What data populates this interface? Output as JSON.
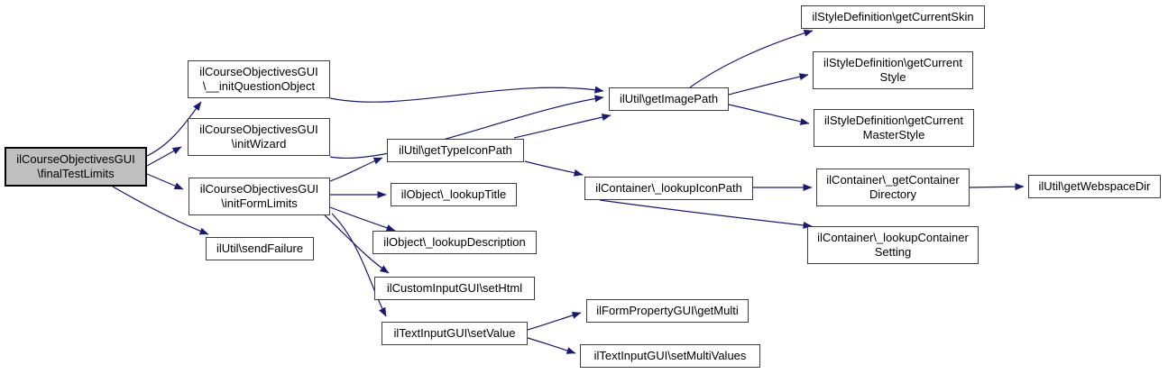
{
  "diagram": {
    "type": "doxygen-call-graph",
    "background_color": "#ffffff",
    "edge_color": "#191970",
    "node_border_color": "#3d3d3d",
    "node_fill_color": "#ffffff",
    "highlight_fill_color": "#bfbfbf",
    "nodes": {
      "finalTestLimits": {
        "label": "ilCourseObjectivesGUI\n\\finalTestLimits",
        "highlighted": true
      },
      "initQuestionObject": {
        "label": "ilCourseObjectivesGUI\n\\__initQuestionObject"
      },
      "initWizard": {
        "label": "ilCourseObjectivesGUI\n\\initWizard"
      },
      "initFormLimits": {
        "label": "ilCourseObjectivesGUI\n\\initFormLimits"
      },
      "sendFailure": {
        "label": "ilUtil\\sendFailure"
      },
      "getTypeIconPath": {
        "label": "ilUtil\\getTypeIconPath"
      },
      "lookupTitle": {
        "label": "ilObject\\_lookupTitle"
      },
      "lookupDescription": {
        "label": "ilObject\\_lookupDescription"
      },
      "setHtml": {
        "label": "ilCustomInputGUI\\setHtml"
      },
      "setValue": {
        "label": "ilTextInputGUI\\setValue"
      },
      "getImagePath": {
        "label": "ilUtil\\getImagePath"
      },
      "lookupIconPath": {
        "label": "ilContainer\\_lookupIconPath"
      },
      "getMulti": {
        "label": "ilFormPropertyGUI\\getMulti"
      },
      "setMultiValues": {
        "label": "ilTextInputGUI\\setMultiValues"
      },
      "getCurrentSkin": {
        "label": "ilStyleDefinition\\getCurrentSkin"
      },
      "getCurrentStyle": {
        "label": "ilStyleDefinition\\getCurrent\nStyle"
      },
      "getCurrentMasterStyle": {
        "label": "ilStyleDefinition\\getCurrent\nMasterStyle"
      },
      "getContainerDirectory": {
        "label": "ilContainer\\_getContainer\nDirectory"
      },
      "lookupContainerSetting": {
        "label": "ilContainer\\_lookupContainer\nSetting"
      },
      "getWebspaceDir": {
        "label": "ilUtil\\getWebspaceDir"
      }
    },
    "edges": [
      {
        "from": "finalTestLimits",
        "to": "initQuestionObject"
      },
      {
        "from": "finalTestLimits",
        "to": "initWizard"
      },
      {
        "from": "finalTestLimits",
        "to": "initFormLimits"
      },
      {
        "from": "finalTestLimits",
        "to": "sendFailure"
      },
      {
        "from": "initQuestionObject",
        "to": "getImagePath"
      },
      {
        "from": "initWizard",
        "to": "getImagePath"
      },
      {
        "from": "initFormLimits",
        "to": "getTypeIconPath"
      },
      {
        "from": "initFormLimits",
        "to": "lookupTitle"
      },
      {
        "from": "initFormLimits",
        "to": "lookupDescription"
      },
      {
        "from": "initFormLimits",
        "to": "setHtml"
      },
      {
        "from": "initFormLimits",
        "to": "setValue"
      },
      {
        "from": "getTypeIconPath",
        "to": "getImagePath"
      },
      {
        "from": "getTypeIconPath",
        "to": "lookupIconPath"
      },
      {
        "from": "getImagePath",
        "to": "getCurrentSkin"
      },
      {
        "from": "getImagePath",
        "to": "getCurrentStyle"
      },
      {
        "from": "getImagePath",
        "to": "getCurrentMasterStyle"
      },
      {
        "from": "lookupIconPath",
        "to": "getContainerDirectory"
      },
      {
        "from": "lookupIconPath",
        "to": "lookupContainerSetting"
      },
      {
        "from": "getContainerDirectory",
        "to": "getWebspaceDir"
      },
      {
        "from": "setValue",
        "to": "getMulti"
      },
      {
        "from": "setValue",
        "to": "setMultiValues"
      }
    ]
  }
}
